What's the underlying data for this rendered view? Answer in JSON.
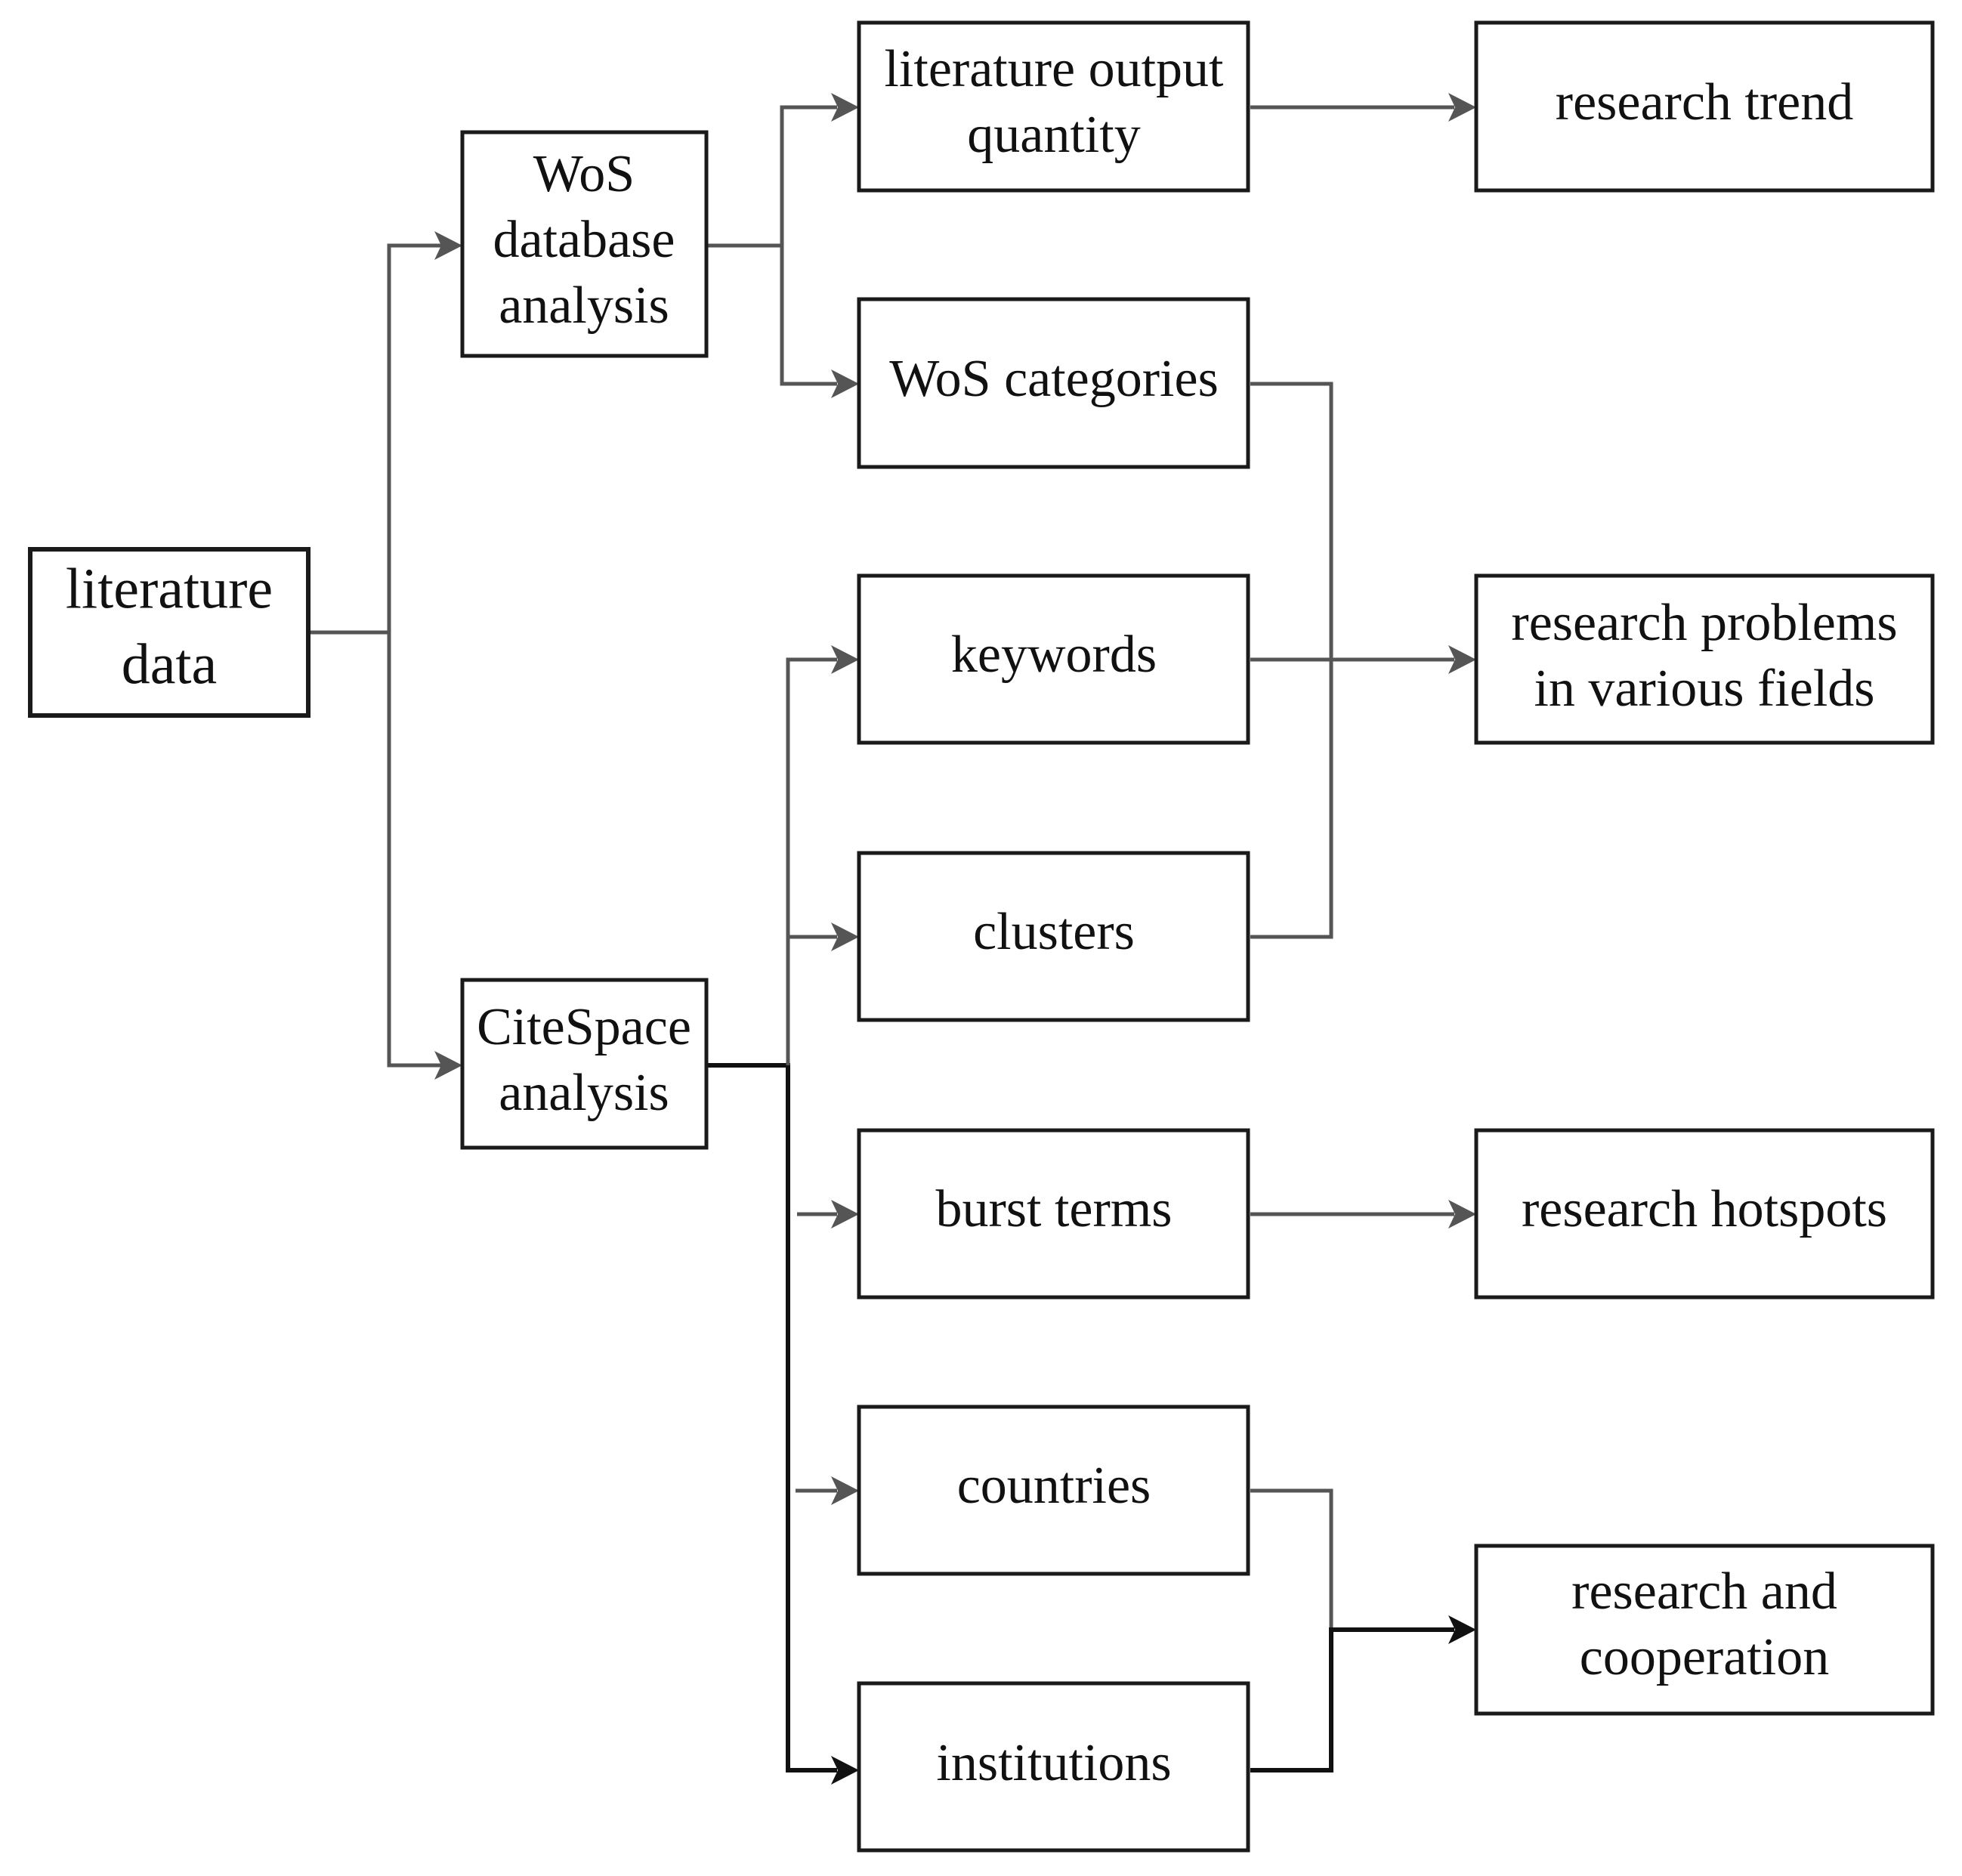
{
  "nodes": {
    "literature_data": [
      "literature",
      "data"
    ],
    "wos_analysis": [
      "WoS",
      "database",
      "analysis"
    ],
    "citespace_analysis": [
      "CiteSpace",
      "analysis"
    ],
    "literature_output": [
      "literature output",
      "quantity"
    ],
    "wos_categories": [
      "WoS categories"
    ],
    "keywords": [
      "keywords"
    ],
    "clusters": [
      "clusters"
    ],
    "burst_terms": [
      "burst terms"
    ],
    "countries": [
      "countries"
    ],
    "institutions": [
      "institutions"
    ],
    "research_trend": [
      "research trend"
    ],
    "research_problems": [
      "research problems",
      "in various fields"
    ],
    "research_hotspots": [
      "research hotspots"
    ],
    "research_cooperation": [
      "research and",
      "cooperation"
    ]
  },
  "colors": {
    "box_border": "#1a1a1a",
    "connector": "#555555",
    "connector_dark": "#111111",
    "text": "#111111"
  }
}
